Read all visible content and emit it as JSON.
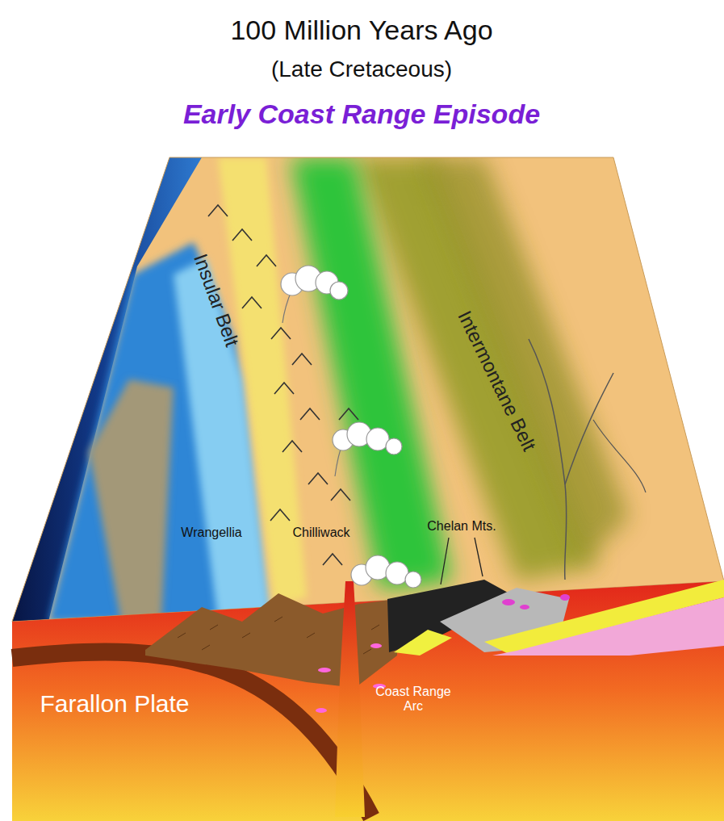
{
  "diagram": {
    "title": "100 Million Years Ago",
    "labels": [
      "(Late Cretaceous)",
      "Early Coast Range Episode",
      "Insular Belt",
      "Intermontane Belt",
      "Wrangellia",
      "Chilliwack",
      "Chelan Mts.",
      "Farallon Plate",
      "Coast Range Arc"
    ]
  }
}
